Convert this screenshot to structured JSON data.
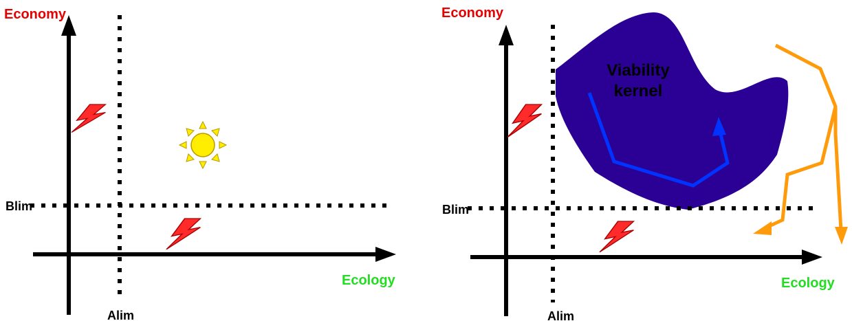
{
  "panels": {
    "left": {
      "y_axis_label": "Economy",
      "x_axis_label": "Ecology",
      "vertical_limit_label": "Alim",
      "horizontal_limit_label": "Blim"
    },
    "right": {
      "y_axis_label": "Economy",
      "x_axis_label": "Ecology",
      "vertical_limit_label": "Alim",
      "horizontal_limit_label": "Blim",
      "region_label_line1": "Viability",
      "region_label_line2": "kernel"
    }
  },
  "colors": {
    "economy_label": "#e60000",
    "ecology_label": "#22dd22",
    "axis": "#000000",
    "kernel_fill": "#2a0095",
    "inside_trajectory": "#0033ff",
    "outside_trajectory": "#ff9a0a",
    "lightning": "#ff2a2a",
    "sun": "#ffee00"
  },
  "icons": [
    "lightning-icon",
    "sun-icon"
  ]
}
